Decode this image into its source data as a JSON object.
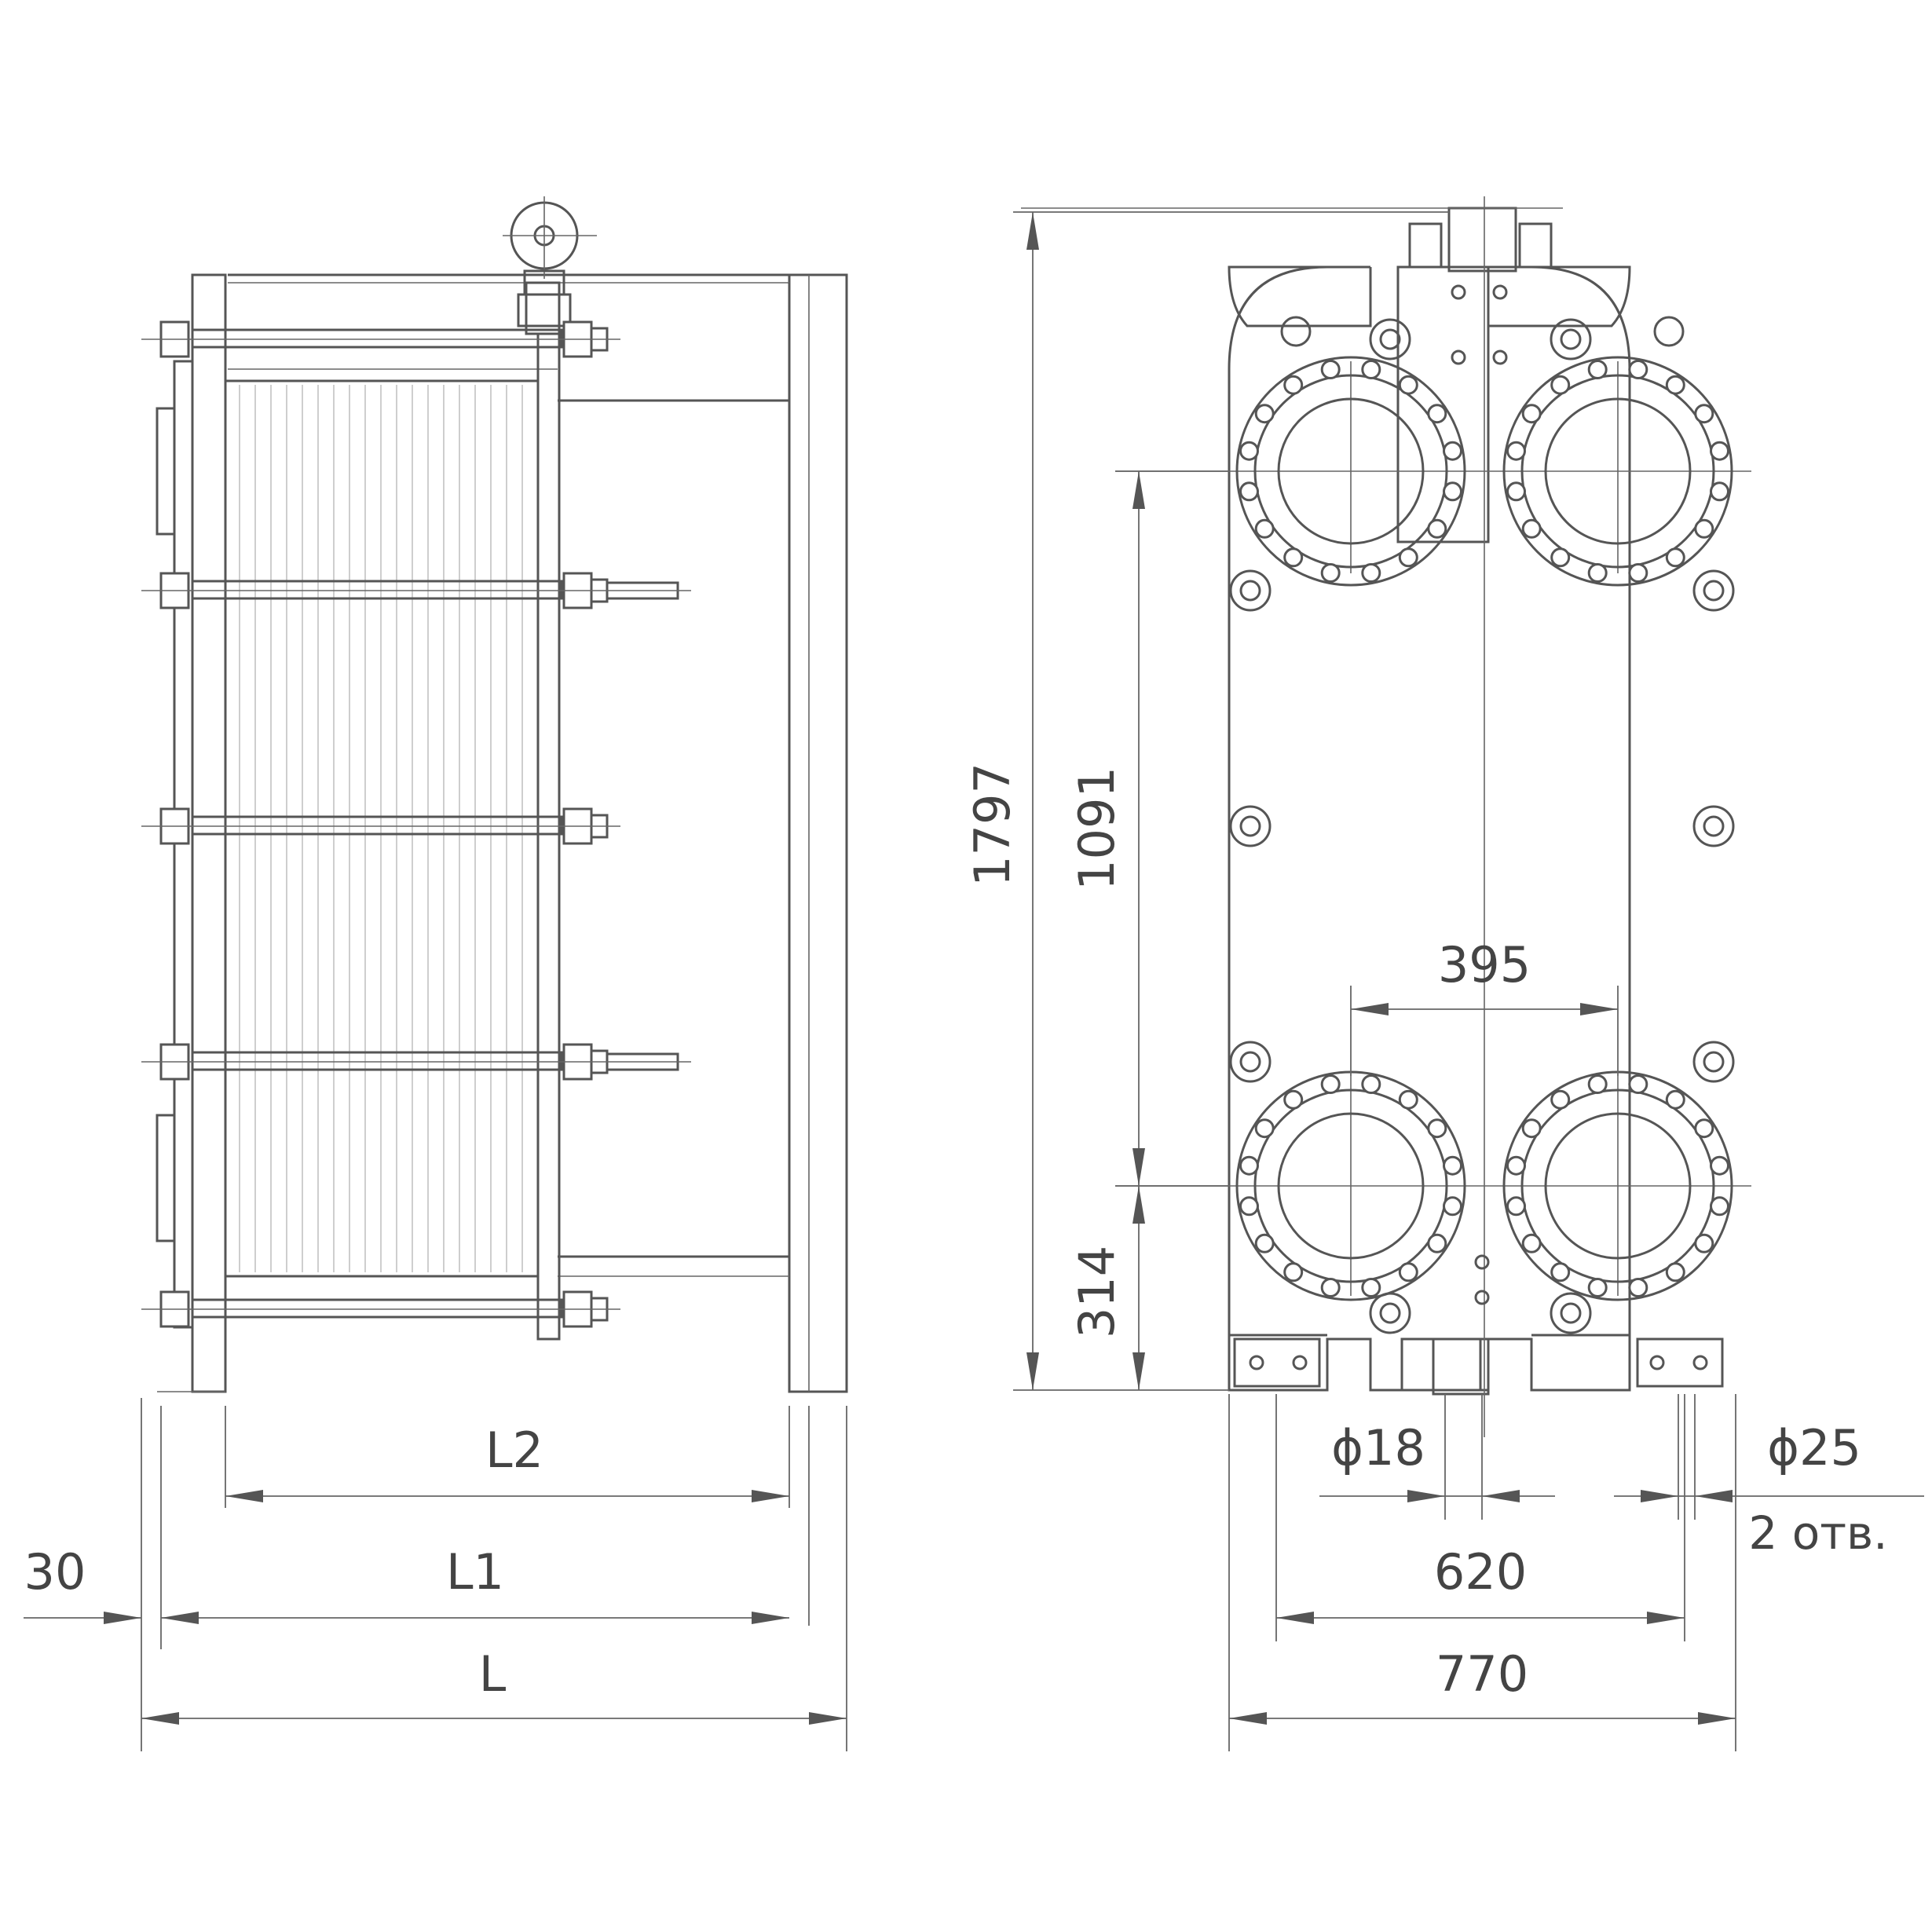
{
  "dimensions": {
    "side_view": {
      "gap": "30",
      "overall_length": "L",
      "frame_length": "L1",
      "plate_pack_length": "L2"
    },
    "front_view": {
      "overall_height": "1797",
      "port_centers_vertical": "1091",
      "lower_port_height": "314",
      "port_centers_horizontal": "395",
      "foot_hole_spacing": "620",
      "overall_width": "770",
      "small_hole": "ϕ18",
      "foot_hole": "ϕ25",
      "foot_hole_count": "2 отв."
    }
  },
  "icons": {
    "port": "flange-port-icon",
    "bolt": "tie-bolt-icon",
    "roller": "carrying-roller-icon"
  },
  "colors": {
    "line": "#555555",
    "plate_hatch": "#c2c2c2"
  }
}
